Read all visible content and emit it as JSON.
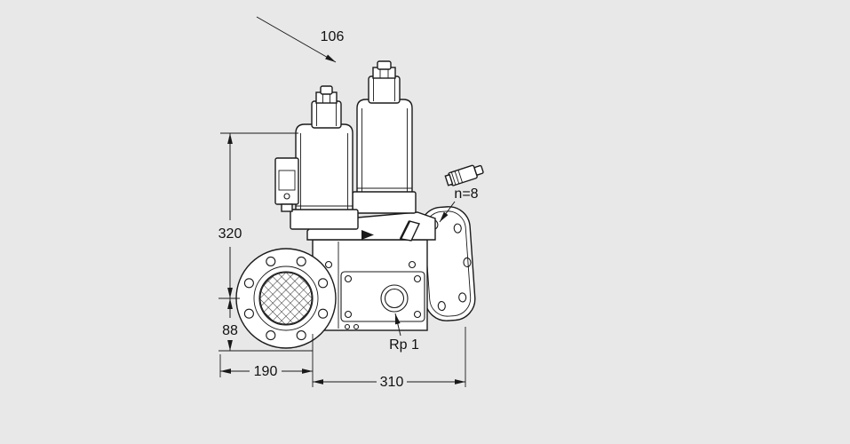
{
  "canvas": {
    "bg": "#e8e8e8",
    "ink": "#1a1a1a"
  },
  "labels": {
    "dim_depth": "106",
    "dim_height_above_axis": "320",
    "dim_height_below_axis": "88",
    "dim_flange_width": "190",
    "dim_overall_width": "310",
    "port_thread": "Rp 1",
    "bolt_holes": "n=8"
  }
}
